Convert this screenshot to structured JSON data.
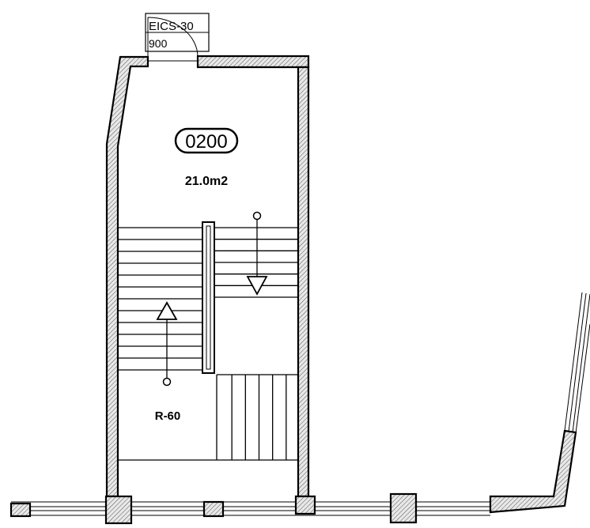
{
  "door_tag": {
    "line1": "EICS-30",
    "line2": "900"
  },
  "room": {
    "number": "0200",
    "area": "21.0m2"
  },
  "rating_label": "R-60",
  "stairs": {
    "left_flight_treads": 13,
    "right_flight_treads": 7,
    "landing_risers": 5
  }
}
